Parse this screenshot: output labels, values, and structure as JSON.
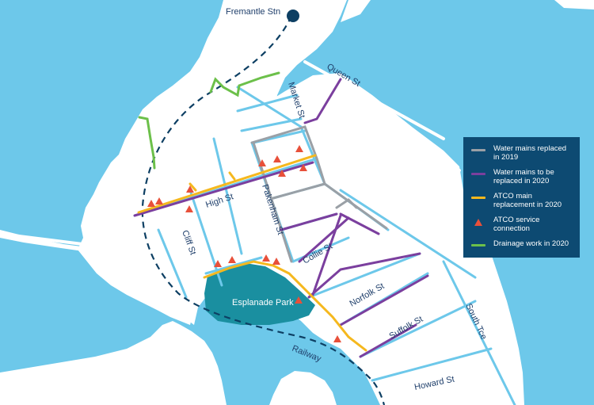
{
  "map": {
    "station_label": "Fremantle Stn",
    "streets": {
      "queen": "Queen St",
      "market": "Market St",
      "high": "High St",
      "cliff": "Cliff St",
      "pakenham": "Pakenham St",
      "collie": "Collie St",
      "norfolk": "Norfolk St",
      "suffolk": "Suffolk St",
      "south_tce": "South Tce",
      "howard": "Howard St",
      "railway": "Railway"
    },
    "park_label": "Esplanade Park"
  },
  "colors": {
    "water": "#6dc8ea",
    "land": "#ffffff",
    "park": "#1a8fa0",
    "water_mains_2019": "#9aa0a6",
    "water_mains_2020": "#7b3f9e",
    "atco_main": "#f5b81e",
    "atco_connection": "#e8503a",
    "drainage": "#6cc04a",
    "legend_bg": "#0d4a72",
    "railway": "#0d3f63"
  },
  "legend": {
    "items": [
      {
        "label": "Water mains replaced in 2019",
        "color": "#9aa0a6",
        "symbol": "line"
      },
      {
        "label": "Water mains to be replaced in 2020",
        "color": "#7b3f9e",
        "symbol": "line"
      },
      {
        "label": "ATCO main replacement in 2020",
        "color": "#f5b81e",
        "symbol": "line"
      },
      {
        "label": "ATCO service connection",
        "color": "#e8503a",
        "symbol": "triangle"
      },
      {
        "label": "Drainage work in 2020",
        "color": "#6cc04a",
        "symbol": "line"
      }
    ]
  }
}
